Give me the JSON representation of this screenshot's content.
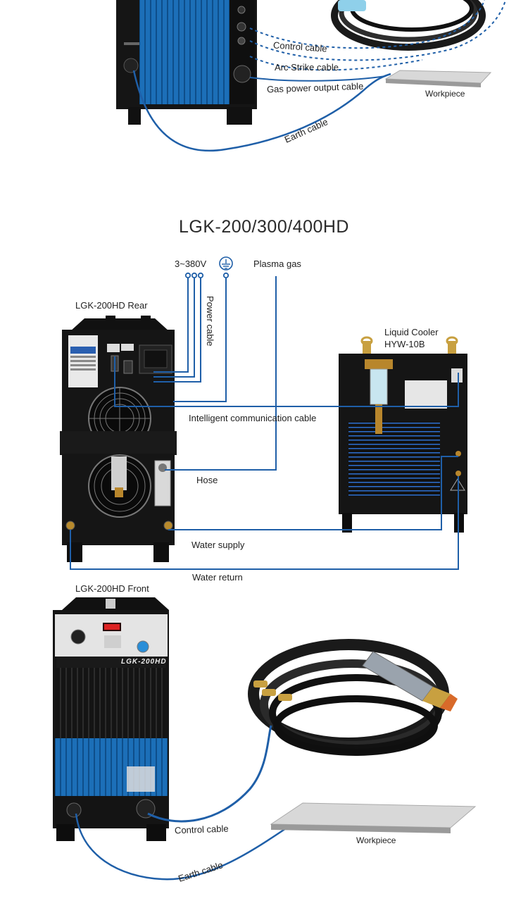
{
  "top_section": {
    "control_cable": "Control cable",
    "arc_strike_cable": "Arc Strike cable",
    "gas_power_output_cable": "Gas power output cable",
    "workpiece": "Workpiece",
    "earth_cable": "Earth cable"
  },
  "model_title": "LGK-200/300/400HD",
  "middle_section": {
    "voltage": "3~380V",
    "plasma_gas": "Plasma gas",
    "power_cable": "Power cable",
    "rear_label": "LGK-200HD Rear",
    "cooler_label_line1": "Liquid Cooler",
    "cooler_label_line2": "HYW-10B",
    "intelligent_comm_cable": "Intelligent communication cable",
    "hose": "Hose",
    "water_supply": "Water supply",
    "water_return": "Water return"
  },
  "bottom_section": {
    "front_label": "LGK-200HD Front",
    "brand_plate": "LGK-200HD",
    "control_cable": "Control cable",
    "workpiece": "Workpiece",
    "earth_cable": "Earth cable"
  },
  "colors": {
    "cable_blue": "#1f5fa8",
    "machine_blue": "#1c6fb8",
    "machine_black": "#151515",
    "workpiece_grey": "#cfcfcf"
  }
}
